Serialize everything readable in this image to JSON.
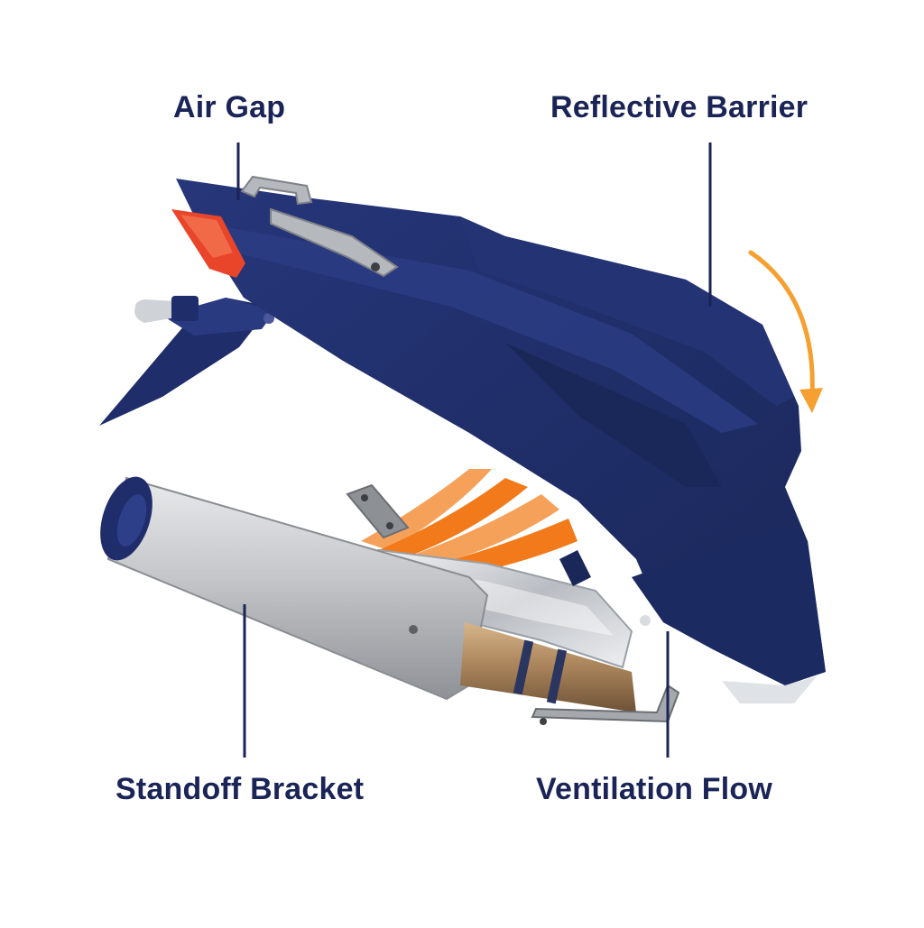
{
  "labels": {
    "air_gap": "Air Gap",
    "reflective_barrier": "Reflective Barrier",
    "standoff_bracket": "Standoff Bracket",
    "ventilation_flow": "Ventilation Flow"
  },
  "colors": {
    "body_navy": "#1f2d6b",
    "body_dark": "#16214f",
    "label_text": "#1a2456",
    "heat_orange": "#f27a1a",
    "arrow_orange": "#f5a030",
    "tail_light": "#e8452a",
    "silver": "#c9cbce",
    "bronze": "#a8835a",
    "foil": "#dfe2e6"
  }
}
